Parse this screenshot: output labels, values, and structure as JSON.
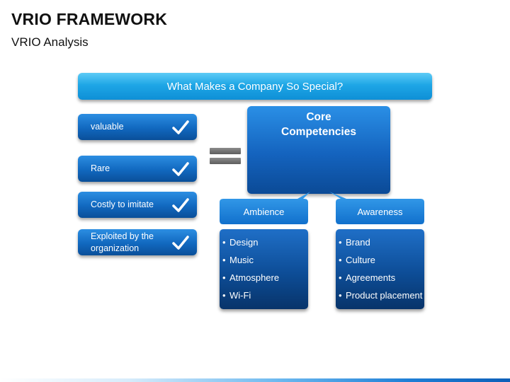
{
  "title": "VRIO FRAMEWORK",
  "subtitle": "VRIO Analysis",
  "banner": "What Makes a Company So Special?",
  "criteria": [
    {
      "label": "valuable"
    },
    {
      "label": "Rare"
    },
    {
      "label": "Costly to imitate"
    },
    {
      "label": "Exploited by the organization"
    }
  ],
  "core": {
    "line1": "Core",
    "line2": "Competencies"
  },
  "ambience": {
    "label": "Ambience",
    "items": [
      "Design",
      "Music",
      "Atmosphere",
      "Wi-Fi"
    ]
  },
  "awareness": {
    "label": "Awareness",
    "items": [
      "Brand",
      "Culture",
      "Agreements",
      "Product placement"
    ]
  },
  "bullet": "•",
  "colors": {
    "banner": "#1ea6e6",
    "box_blue": "#1168bf",
    "list_dark": "#0d4d97",
    "equals_gray": "#6e6e6e"
  }
}
